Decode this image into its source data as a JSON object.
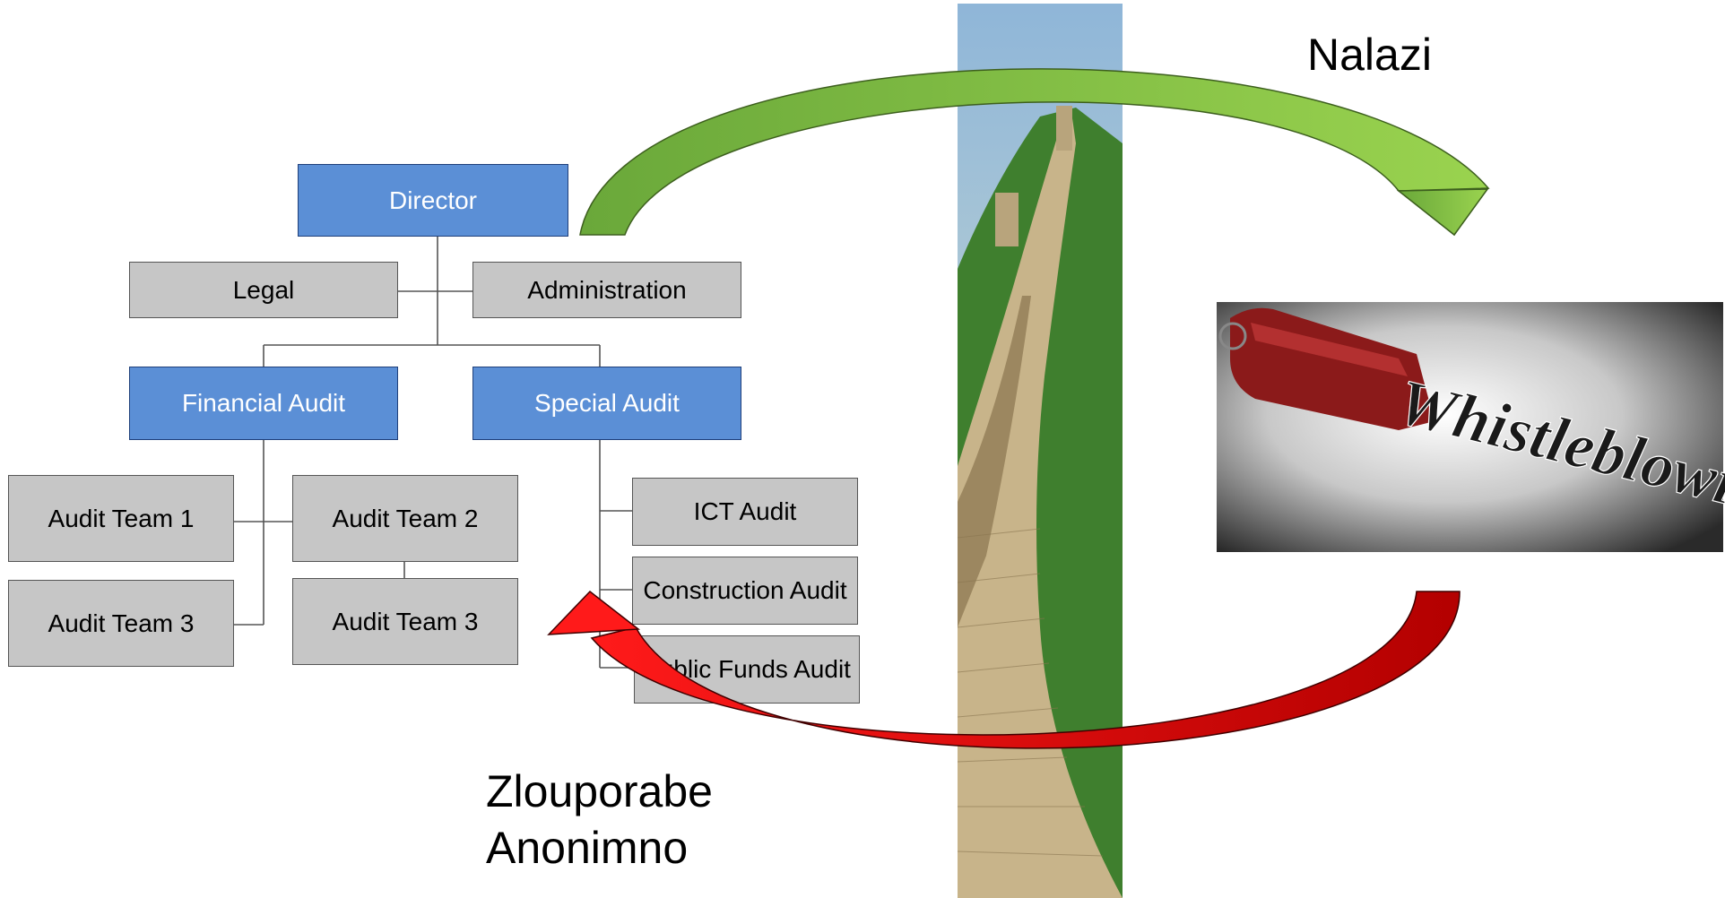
{
  "org_chart": {
    "director": "Director",
    "legal": "Legal",
    "administration": "Administration",
    "financial_audit": "Financial Audit",
    "special_audit": "Special Audit",
    "audit_team_1": "Audit Team 1",
    "audit_team_2": "Audit Team 2",
    "audit_team_3_left": "Audit Team 3",
    "audit_team_3_right": "Audit Team 3",
    "ict_audit": "ICT Audit",
    "construction_audit": "Construction Audit",
    "public_funds_audit": "Public Funds Audit"
  },
  "labels": {
    "top_right": "Nalazi",
    "bottom_line1": "Zlouporabe",
    "bottom_line2": "Anonimno"
  },
  "whistle_image": {
    "text": "Whistleblowing"
  },
  "colors": {
    "blue_box": "#5b8fd6",
    "gray_box": "#c6c6c6",
    "green_arrow": "#7fbf3f",
    "red_arrow": "#e30000"
  }
}
